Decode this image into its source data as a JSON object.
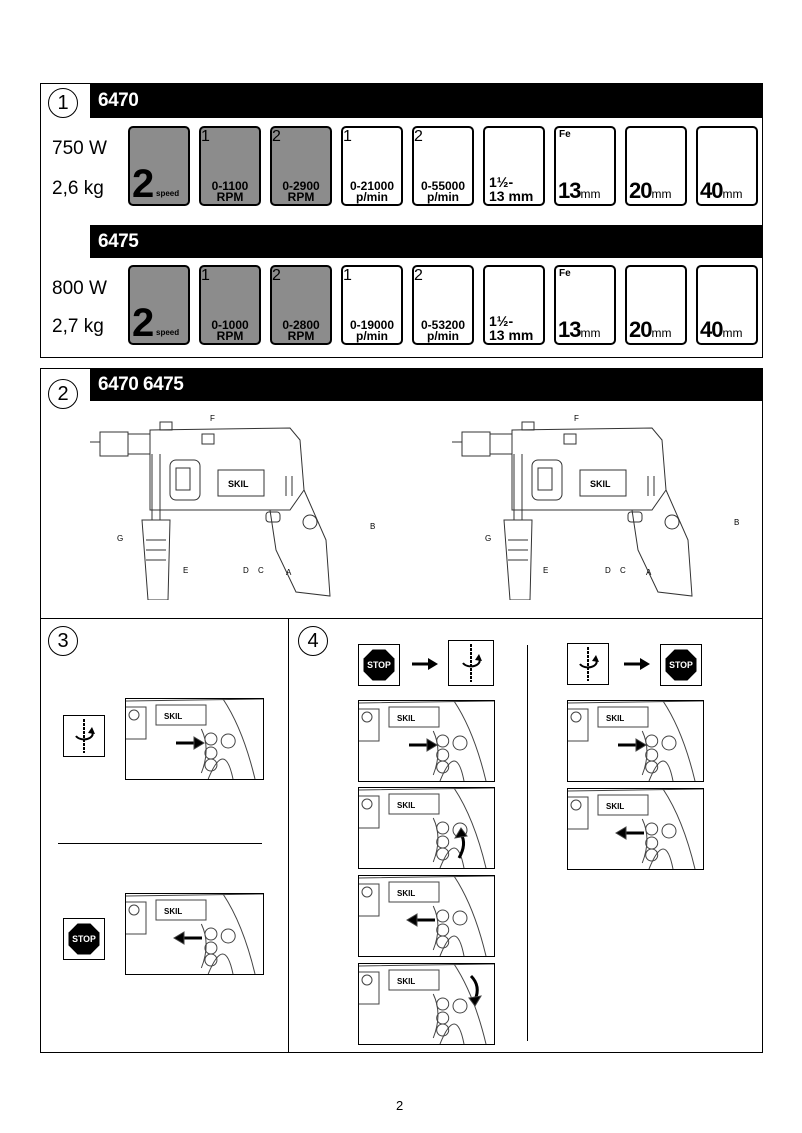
{
  "section1": {
    "number": "1",
    "models": [
      {
        "name": "6470",
        "power": "750 W",
        "weight": "2,6 kg",
        "icons": [
          {
            "type": "2speed",
            "label": "2",
            "sub": "speed"
          },
          {
            "type": "speed1",
            "label": "0-1100",
            "sub": "RPM"
          },
          {
            "type": "speed2",
            "label": "0-2900",
            "sub": "RPM"
          },
          {
            "type": "impact1",
            "label": "0-21000",
            "sub": "p/min"
          },
          {
            "type": "impact2",
            "label": "0-55000",
            "sub": "p/min"
          },
          {
            "type": "chuck",
            "label": "1½-",
            "sub": "13 mm"
          },
          {
            "type": "steel",
            "label": "13",
            "sub": "mm",
            "tag": "Fe"
          },
          {
            "type": "masonry",
            "label": "20",
            "sub": "mm"
          },
          {
            "type": "wood",
            "label": "40",
            "sub": "mm"
          }
        ]
      },
      {
        "name": "6475",
        "power": "800 W",
        "weight": "2,7 kg",
        "icons": [
          {
            "type": "2speed",
            "label": "2",
            "sub": "speed"
          },
          {
            "type": "speed1",
            "label": "0-1000",
            "sub": "RPM"
          },
          {
            "type": "speed2",
            "label": "0-2800",
            "sub": "RPM"
          },
          {
            "type": "impact1",
            "label": "0-19000",
            "sub": "p/min"
          },
          {
            "type": "impact2",
            "label": "0-53200",
            "sub": "p/min"
          },
          {
            "type": "chuck",
            "label": "1½-",
            "sub": "13 mm"
          },
          {
            "type": "steel",
            "label": "13",
            "sub": "mm",
            "tag": "Fe"
          },
          {
            "type": "masonry",
            "label": "20",
            "sub": "mm"
          },
          {
            "type": "wood",
            "label": "40",
            "sub": "mm"
          }
        ]
      }
    ]
  },
  "section2": {
    "number": "2",
    "title": "6470 6475",
    "brand": "SKIL",
    "labels": [
      "A",
      "B",
      "C",
      "D",
      "E",
      "F",
      "G"
    ]
  },
  "section3": {
    "number": "3",
    "stop_label": "STOP"
  },
  "section4": {
    "number": "4",
    "stop_label": "STOP"
  },
  "page_number": "2"
}
